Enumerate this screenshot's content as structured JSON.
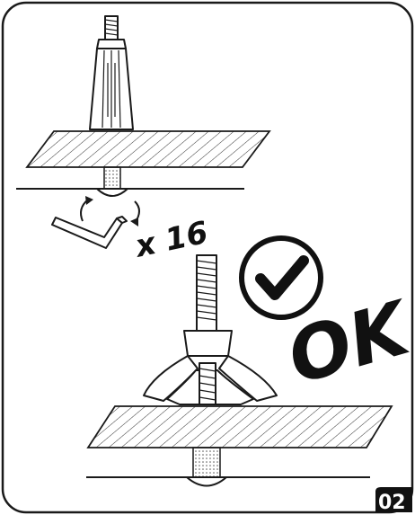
{
  "step": {
    "number": "02",
    "repeat_label": "x 16",
    "result_label": "OK"
  },
  "icons": [
    "hex-key-icon",
    "rotate-clockwise-arrow-icon",
    "rotate-counterclockwise-arrow-icon",
    "checkmark-circle-icon"
  ],
  "colors": {
    "ink": "#1a1a1a",
    "background": "#ffffff",
    "badge": "#111111"
  }
}
